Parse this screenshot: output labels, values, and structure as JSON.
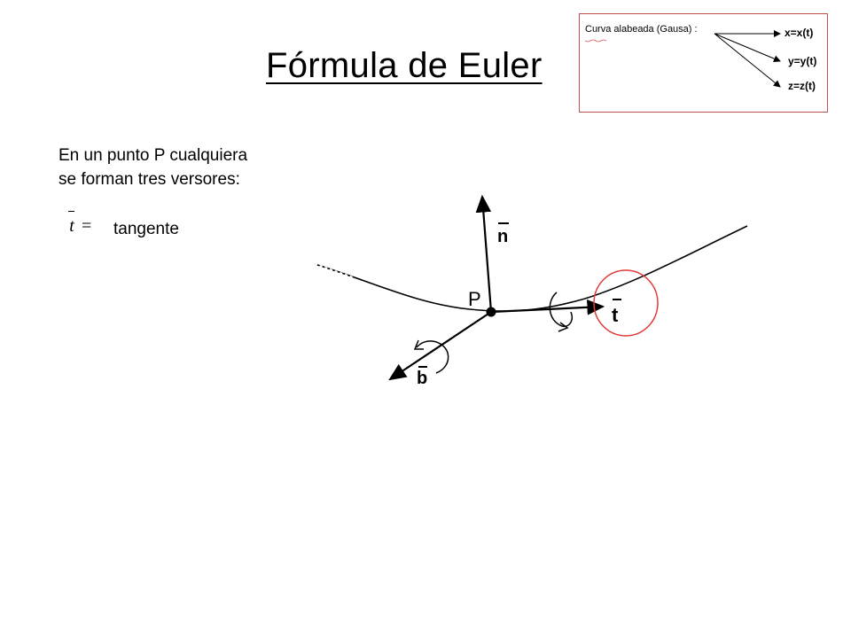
{
  "slide": {
    "title": "Fórmula de Euler",
    "intro_line_1": "En un punto P cualquiera",
    "intro_line_2": "se forman tres versores:",
    "tangent_symbol": "t",
    "equals_sign": "=",
    "tangent_label": "tangente"
  },
  "inset": {
    "label": "Curva alabeada (Gausa) :",
    "equations": [
      "x=x(t)",
      "y=y(t)",
      "z=z(t)"
    ]
  },
  "diagram": {
    "point_label": "P",
    "normal_label": "n",
    "tangent_label": "t",
    "binormal_label": "b",
    "highlight_color": "#e03a3a"
  }
}
